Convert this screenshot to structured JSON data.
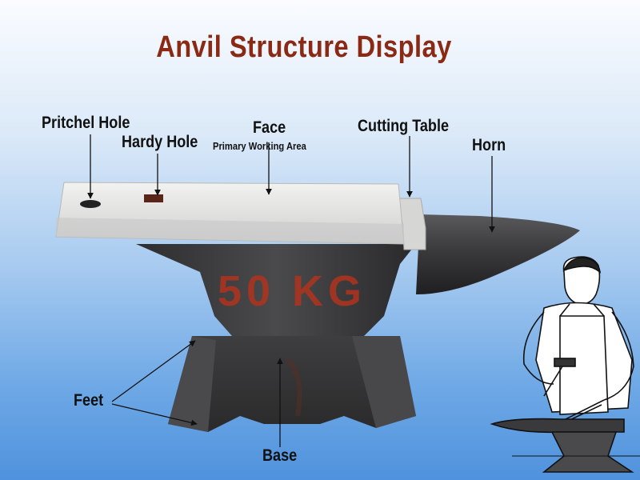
{
  "title": "Anvil  Structure Display",
  "labels": {
    "pritchel_hole": "Pritchel Hole",
    "hardy_hole": "Hardy Hole",
    "face": "Face",
    "face_sub": "Primary Working Area",
    "cutting_table": "Cutting Table",
    "horn": "Horn",
    "feet": "Feet",
    "base": "Base"
  },
  "anvil_marking": "50 KG",
  "colors": {
    "title": "#8b2a14",
    "anvil_body": "#3b3b3d",
    "anvil_face": "#e4e4e2",
    "marking": "#b0331e"
  }
}
